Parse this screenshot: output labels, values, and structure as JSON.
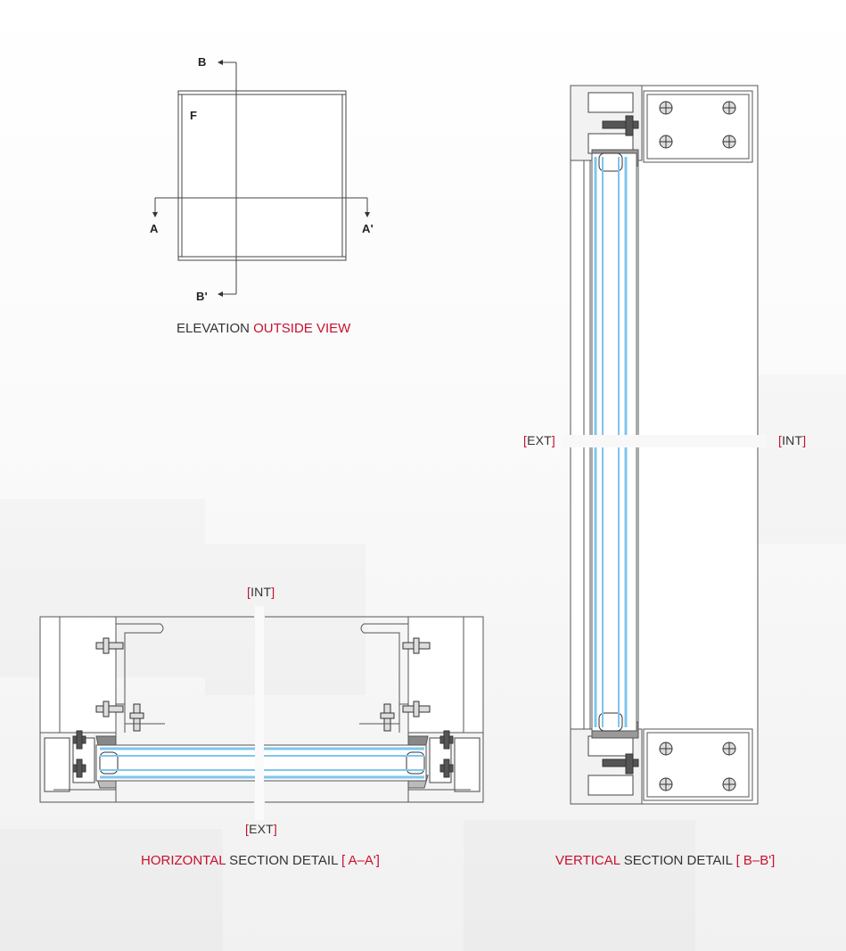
{
  "elevation": {
    "label_b": "B",
    "label_b_prime": "B'",
    "label_a": "A",
    "label_a_prime": "A'",
    "label_f": "F",
    "caption_normal": "ELEVATION ",
    "caption_highlight": "OUTSIDE VIEW"
  },
  "horizontal": {
    "int_open": "[",
    "int_text": "INT",
    "int_close": "]",
    "ext_open": "[",
    "ext_text": "EXT",
    "ext_close": "]",
    "caption_highlight": "HORIZONTAL",
    "caption_normal": " SECTION DETAIL ",
    "caption_ref": "[ A–A']"
  },
  "vertical": {
    "ext_open": "[",
    "ext_text": "EXT",
    "ext_close": "]",
    "int_open": "[",
    "int_text": "INT",
    "int_close": "]",
    "caption_highlight": "VERTICAL",
    "caption_normal": " SECTION DETAIL ",
    "caption_ref": "[ B–B']"
  },
  "colors": {
    "accent": "#c8102e",
    "glass": "#7fc6ec",
    "line": "#444444"
  }
}
